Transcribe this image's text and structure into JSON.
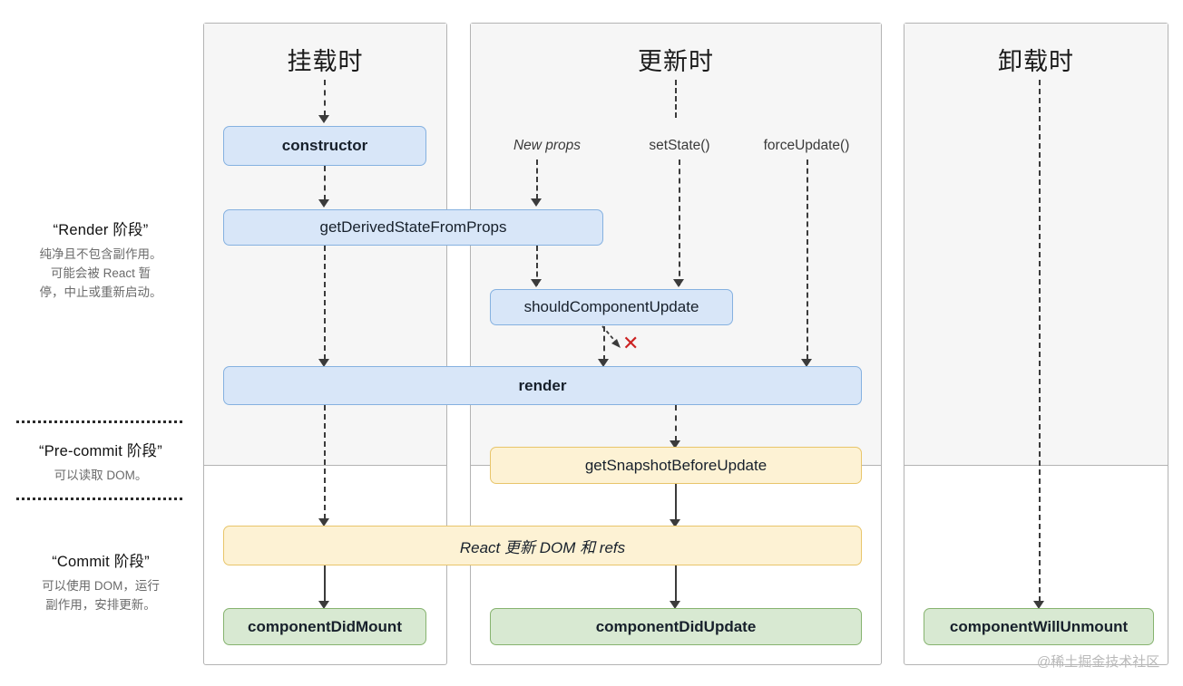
{
  "columns": [
    {
      "id": "mount",
      "title": "挂载时"
    },
    {
      "id": "update",
      "title": "更新时"
    },
    {
      "id": "unmount",
      "title": "卸载时"
    }
  ],
  "phases": [
    {
      "id": "render",
      "title": "“Render 阶段”",
      "desc": "纯净且不包含副作用。\n可能会被 React 暂\n停，中止或重新启动。"
    },
    {
      "id": "pre-commit",
      "title": "“Pre-commit 阶段”",
      "desc": "可以读取 DOM。"
    },
    {
      "id": "commit",
      "title": "“Commit 阶段”",
      "desc": "可以使用 DOM，运行\n副作用，安排更新。"
    }
  ],
  "triggers": [
    {
      "id": "new-props",
      "label": "New props",
      "style": "italic"
    },
    {
      "id": "set-state",
      "label": "setState()",
      "style": "normal"
    },
    {
      "id": "force-update",
      "label": "forceUpdate()",
      "style": "normal"
    }
  ],
  "nodes": [
    {
      "id": "constructor",
      "label": "constructor",
      "color": "blue",
      "weight": "bold"
    },
    {
      "id": "get-derived-state",
      "label": "getDerivedStateFromProps",
      "color": "blue",
      "weight": "normal"
    },
    {
      "id": "should-component-update",
      "label": "shouldComponentUpdate",
      "color": "blue",
      "weight": "normal"
    },
    {
      "id": "render",
      "label": "render",
      "color": "blue",
      "weight": "bold"
    },
    {
      "id": "get-snapshot",
      "label": "getSnapshotBeforeUpdate",
      "color": "yellow",
      "weight": "normal"
    },
    {
      "id": "react-updates-dom",
      "label": "React 更新 DOM 和 refs",
      "color": "yellow",
      "weight": "italic"
    },
    {
      "id": "component-did-mount",
      "label": "componentDidMount",
      "color": "green",
      "weight": "bold"
    },
    {
      "id": "component-did-update",
      "label": "componentDidUpdate",
      "color": "green",
      "weight": "bold"
    },
    {
      "id": "component-will-unmount",
      "label": "componentWillUnmount",
      "color": "green",
      "weight": "bold"
    }
  ],
  "markers": [
    {
      "id": "skip-render-x",
      "glyph": "✕",
      "meaning": "skip-render"
    }
  ],
  "watermark": "@稀土掘金技术社区",
  "colors": {
    "blue_fill": "#d8e6f8",
    "blue_border": "#85b1e0",
    "yellow_fill": "#fdf2d4",
    "yellow_border": "#e8c56a",
    "green_fill": "#d8e9d2",
    "green_border": "#86b36f",
    "panel_grey": "#f6f6f6",
    "panel_border": "#b3b3b3",
    "x_red": "#cc2222",
    "connector": "#3b3b3b"
  }
}
